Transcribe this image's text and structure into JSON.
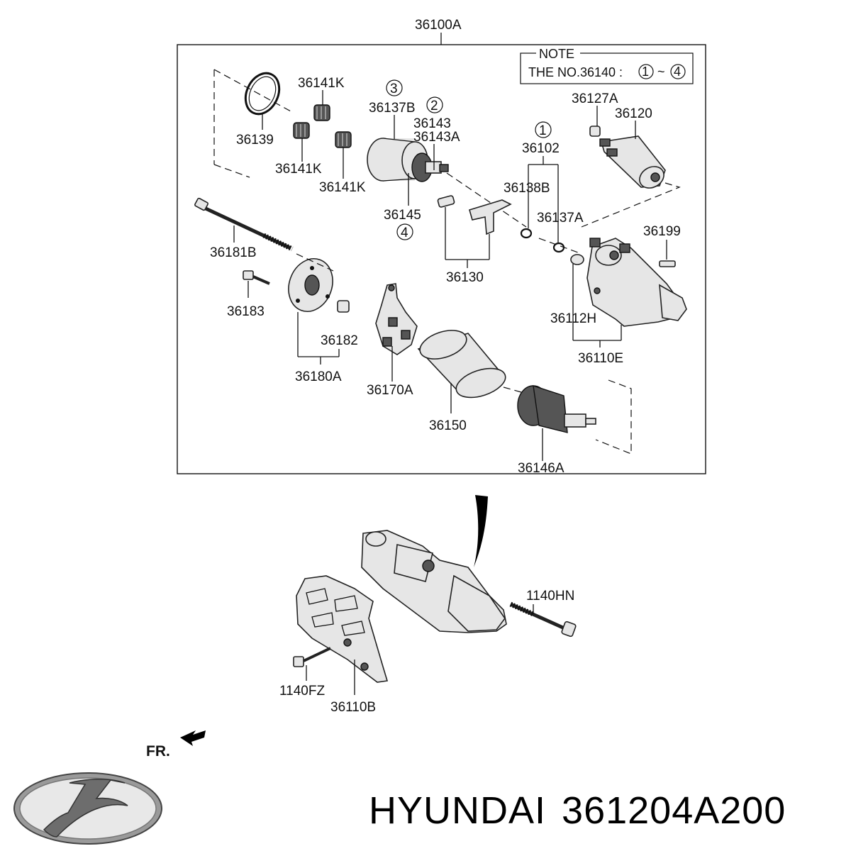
{
  "assembly_label": "36100A",
  "note": {
    "title": "NOTE",
    "text": "THE NO.36140 :",
    "range_start": "1",
    "range_sep": "~",
    "range_end": "4"
  },
  "parts": {
    "p36139": "36139",
    "p36141K_a": "36141K",
    "p36141K_b": "36141K",
    "p36141K_c": "36141K",
    "p36137B": "36137B",
    "p36143": "36143",
    "p36143A": "36143A",
    "p36145": "36145",
    "p36102": "36102",
    "p36138B": "36138B",
    "p36137A": "36137A",
    "p36127A": "36127A",
    "p36120": "36120",
    "p36199": "36199",
    "p36181B": "36181B",
    "p36183": "36183",
    "p36182": "36182",
    "p36180A": "36180A",
    "p36130": "36130",
    "p36170A": "36170A",
    "p36150": "36150",
    "p36112H": "36112H",
    "p36110E": "36110E",
    "p36146A": "36146A",
    "p1140HN": "1140HN",
    "p1140FZ": "1140FZ",
    "p36110B": "36110B"
  },
  "circled": {
    "c1": "1",
    "c2": "2",
    "c3": "3",
    "c4": "4"
  },
  "direction": "FR.",
  "brand": "HYUNDAI",
  "part_number": "361204A200"
}
